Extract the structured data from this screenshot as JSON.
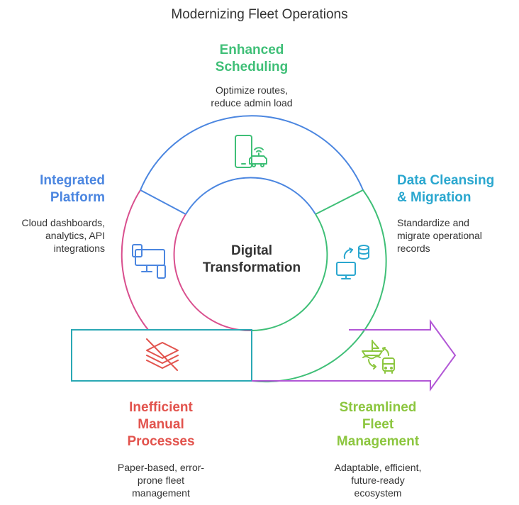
{
  "title": "Modernizing Fleet Operations",
  "center": {
    "line1": "Digital",
    "line2": "Transformation"
  },
  "stages": {
    "scheduling": {
      "head1": "Enhanced",
      "head2": "Scheduling",
      "desc1": "Optimize routes,",
      "desc2": "reduce admin load",
      "color": "#3fbf77",
      "icon": "phone-car-icon"
    },
    "platform": {
      "head1": "Integrated",
      "head2": "Platform",
      "desc1": "Cloud dashboards,",
      "desc2": "analytics, API",
      "desc3": "integrations",
      "color": "#4b86e0",
      "icon": "devices-icon"
    },
    "data": {
      "head1": "Data Cleansing",
      "head2": "& Migration",
      "desc1": "Standardize and",
      "desc2": "migrate operational",
      "desc3": "records",
      "color": "#2aa7cf",
      "icon": "monitor-database-icon"
    },
    "manual": {
      "head1": "Inefficient",
      "head2": "Manual",
      "head3": "Processes",
      "desc1": "Paper-based, error-",
      "desc2": "prone fleet",
      "desc3": "management",
      "color": "#e2534d",
      "icon": "crossed-papers-icon"
    },
    "fleet": {
      "head1": "Streamlined",
      "head2": "Fleet",
      "head3": "Management",
      "desc1": "Adaptable, efficient,",
      "desc2": "future-ready",
      "desc3": "ecosystem",
      "color": "#8cc63f",
      "icon": "boat-bus-icon"
    }
  },
  "colors": {
    "ring_blue": "#4b86e0",
    "ring_green": "#3fbf77",
    "ring_pink": "#d94f8e",
    "box_teal": "#2aa8b4",
    "arrow_purple": "#b257d6"
  }
}
